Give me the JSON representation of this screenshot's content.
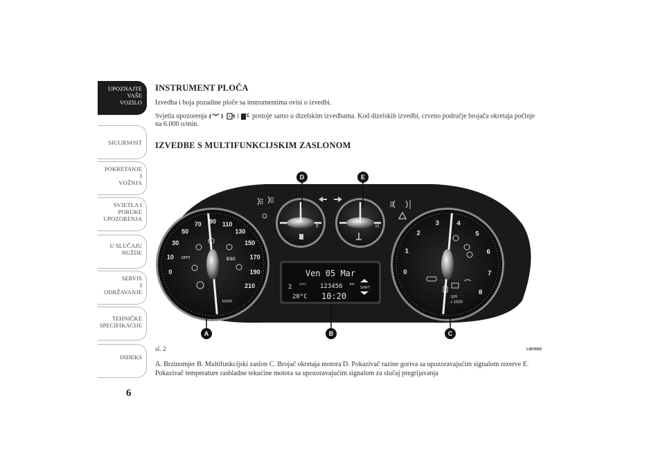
{
  "sidebar": {
    "tabs": [
      {
        "label": "UPOZNAJTE\nVAŠE\nVOZILO",
        "active": true
      },
      {
        "label": "SIGURNOST"
      },
      {
        "label": "POKRETANJE\nI\nVOŽNJA"
      },
      {
        "label": "SVJETLA I\nPORUKE\nUPOZORENJA"
      },
      {
        "label": "U SLUČAJU\nNUŽDE"
      },
      {
        "label": "SERVIS\nI\nODRŽAVANJE"
      },
      {
        "label": "TEHNIČKE\nSPECIFIKACIJE"
      },
      {
        "label": "INDEKS"
      }
    ]
  },
  "page_number": "6",
  "section": {
    "title": "INSTRUMENT PLOČA",
    "para1": "Izvedba i boja pozadine ploče sa instrumentima ovisi o izvedbi.",
    "para2_a": "Svjetla upozorenja",
    "para2_b": "i",
    "para2_c": "postoje samo u dizelskim izvedbama. Kod dizelskih izvedbi, crveno područje brojača okretaja počinje na 6.000 o/min."
  },
  "subsection": {
    "title": "IZVEDBE S MULTIFUNKCIJSKIM ZASLONOM"
  },
  "figure": {
    "number": "sl. 2",
    "code": "L0F0002",
    "callouts": [
      "A",
      "B",
      "C",
      "D",
      "E"
    ],
    "speedo": {
      "ticks": [
        "0",
        "10",
        "30",
        "50",
        "70",
        "90",
        "110",
        "130",
        "150",
        "170",
        "190",
        "210"
      ],
      "unit": "km/h",
      "city": "CITY",
      "esc": "ESC"
    },
    "tacho": {
      "ticks": [
        "0",
        "1",
        "2",
        "3",
        "4",
        "5",
        "6",
        "7",
        "8"
      ],
      "unit1": "rpm",
      "unit2": "x 1000"
    },
    "fuel": {
      "f": "F"
    },
    "temp": {
      "h": "H"
    },
    "display": {
      "date": "Ven 05 Mar",
      "odo": "123456",
      "odo_unit": "km",
      "city": "CITY",
      "temp": "20°C",
      "time": "10:20",
      "shift": "SHIFT"
    }
  },
  "legend": "A. Brzinomjer B. Multifunkcijski zaslon C. Brojač okretaja motora D. Pokazivač razine goriva sa upozoravajućim signalom rezerve E. Pokazivač temperature rashladne tekućine motora sa upozoravajućim signalom za slučaj pregrijavanja"
}
